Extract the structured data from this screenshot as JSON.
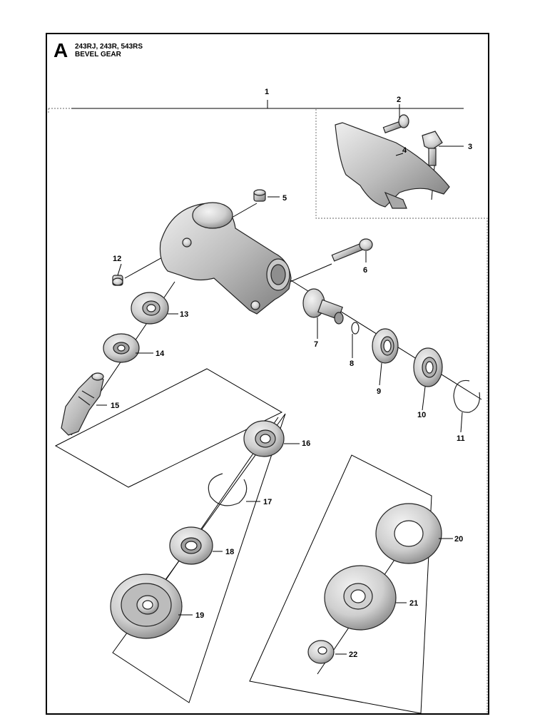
{
  "header": {
    "section_letter": "A",
    "models": "243RJ, 243R, 543RS",
    "subtitle": "BEVEL GEAR"
  },
  "callouts": {
    "p1": "1",
    "p2": "2",
    "p3": "3",
    "p4": "4",
    "p5": "5",
    "p6": "6",
    "p7": "7",
    "p8": "8",
    "p9": "9",
    "p10": "10",
    "p11": "11",
    "p12": "12",
    "p13": "13",
    "p14": "14",
    "p15": "15",
    "p16": "16",
    "p17": "17",
    "p18": "18",
    "p19": "19",
    "p20": "20",
    "p21": "21",
    "p22": "22"
  },
  "colors": {
    "line": "#000000",
    "part_fill": "#d9d9d9",
    "part_shadow": "#9a9a9a",
    "group_border": "#666666"
  }
}
